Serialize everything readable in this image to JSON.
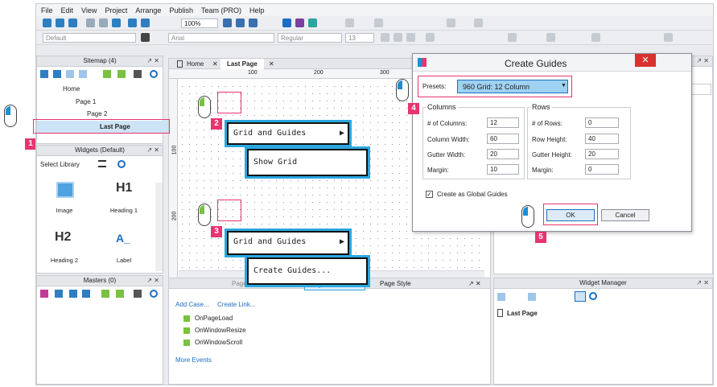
{
  "menu": [
    "File",
    "Edit",
    "View",
    "Project",
    "Arrange",
    "Publish",
    "Team (PRO)",
    "Help"
  ],
  "toolbar": {
    "zoom": "100%",
    "style": "Default",
    "font": "Arial",
    "weight": "Regular",
    "size": "13"
  },
  "sitemap": {
    "title": "Sitemap (4)",
    "items": [
      "Home",
      "Page 1",
      "Page 2",
      "Last Page"
    ]
  },
  "widgets": {
    "title": "Widgets (Default)",
    "library": "Select Library",
    "items": [
      "Image",
      "Heading 1",
      "Heading 2",
      "Label"
    ],
    "glyphs": [
      "H1",
      "H2",
      "A_"
    ]
  },
  "masters": {
    "title": "Masters (0)"
  },
  "tabs": [
    "Home",
    "Last Page"
  ],
  "ruler": [
    "100",
    "200",
    "300"
  ],
  "vruler": [
    "100",
    "200"
  ],
  "callouts": {
    "n1": "1",
    "n2": "2",
    "n3": "3",
    "n4": "4",
    "n5": "5",
    "menu2_a": "Grid and Guides",
    "menu2_b": "Show Grid",
    "menu3_a": "Grid and Guides",
    "menu3_b": "Create Guides..."
  },
  "bottom_tabs": [
    "Page Notes (PRO)",
    "Page Interactions",
    "Page Style"
  ],
  "interactions": {
    "add_case": "Add Case...",
    "create_link": "Create Link...",
    "events": [
      "OnPageLoad",
      "OnWindowResize",
      "OnWindowScroll"
    ],
    "more": "More Events"
  },
  "widget_manager": {
    "title": "Widget Manager",
    "item": "Last Page"
  },
  "dialog": {
    "title": "Create Guides",
    "presets_label": "Presets:",
    "preset_value": "960 Grid: 12 Column",
    "columns_title": "Columns",
    "rows_title": "Rows",
    "col_labels": [
      "# of Columns:",
      "Column Width:",
      "Gutter Width:",
      "Margin:"
    ],
    "col_values": [
      "12",
      "60",
      "20",
      "10"
    ],
    "row_labels": [
      "# of Rows:",
      "Row Height:",
      "Gutter Height:",
      "Margin:"
    ],
    "row_values": [
      "0",
      "40",
      "20",
      "0"
    ],
    "global": "Create as Global Guides",
    "ok": "OK",
    "cancel": "Cancel"
  },
  "colors": {
    "accent": "#e8346f",
    "menu_border": "#2ca7df",
    "selected": "#1a8fd1"
  }
}
